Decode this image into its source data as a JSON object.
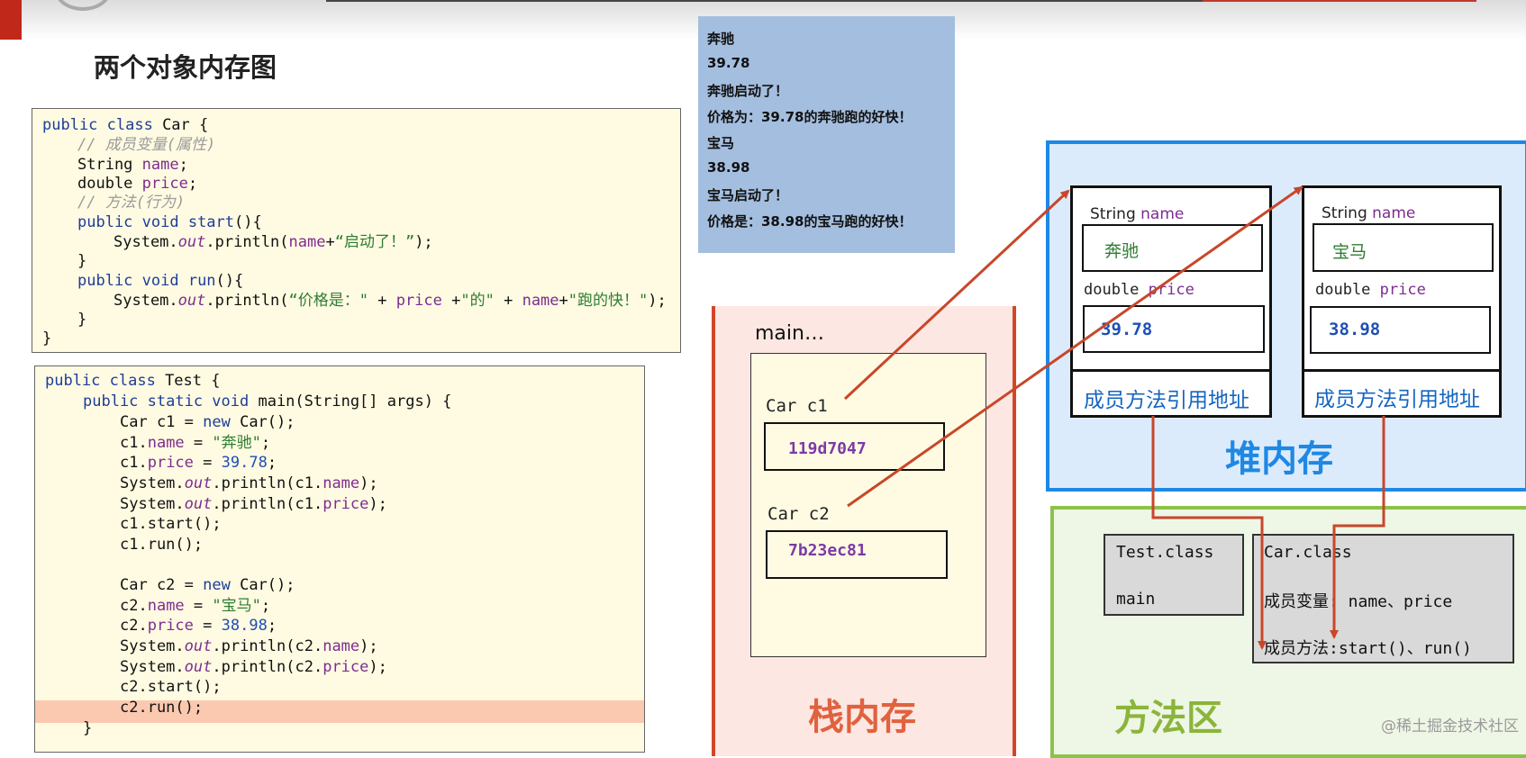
{
  "title": "两个对象内存图",
  "car_code": {
    "l1": [
      "public class ",
      "Car {"
    ],
    "l2": "// 成员变量(属性)",
    "l3": [
      "String ",
      "name",
      ";"
    ],
    "l4": [
      "double ",
      "price",
      ";"
    ],
    "l5": "// 方法(行为)",
    "l6": [
      "public void ",
      "start",
      "(){"
    ],
    "l7": [
      "System.",
      "out",
      ".println(",
      "name",
      "+",
      "“启动了！”",
      ");"
    ],
    "l8": "}",
    "l9": [
      "public void ",
      "run",
      "(){"
    ],
    "l10": [
      "System.",
      "out",
      ".println(",
      "“价格是：\"",
      " + ",
      "price",
      " +",
      "\"的\"",
      " + ",
      "name",
      "+",
      "\"跑的快！\"",
      ");"
    ],
    "l11": "}",
    "l12": "}"
  },
  "test_code": {
    "l1": [
      "public class ",
      "Test {"
    ],
    "l2": [
      "public static void ",
      "main(String[] args) {"
    ],
    "l3": [
      "Car c1 = ",
      "new ",
      "Car();"
    ],
    "l4": [
      "c1.",
      "name",
      " = ",
      "\"奔驰\"",
      ";"
    ],
    "l5": [
      "c1.",
      "price",
      " = ",
      "39.78",
      ";"
    ],
    "l6": [
      "System.",
      "out",
      ".println(c1.",
      "name",
      ");"
    ],
    "l7": [
      "System.",
      "out",
      ".println(c1.",
      "price",
      ");"
    ],
    "l8": "c1.start();",
    "l9": "c1.run();",
    "l10": [
      "Car c2 = ",
      "new ",
      "Car();"
    ],
    "l11": [
      "c2.",
      "name",
      " = ",
      "\"宝马\"",
      ";"
    ],
    "l12": [
      "c2.",
      "price",
      " = ",
      "38.98",
      ";"
    ],
    "l13": [
      "System.",
      "out",
      ".println(c2.",
      "name",
      ");"
    ],
    "l14": [
      "System.",
      "out",
      ".println(c2.",
      "price",
      ");"
    ],
    "l15": "c2.start();",
    "l16": "c2.run();",
    "l17": "}"
  },
  "output": [
    "奔驰",
    "39.78",
    "奔驰启动了！",
    "价格为：39.78的奔驰跑的好快！",
    "宝马",
    "38.98",
    "宝马启动了！",
    "价格是：38.98的宝马跑的好快！"
  ],
  "stack": {
    "frame_label": "main…",
    "c1_label": "Car  c1",
    "c1_addr": "119d7047",
    "c2_label": "Car  c2",
    "c2_addr": "7b23ec81",
    "title": "栈内存",
    "color": "#d24726"
  },
  "heap": {
    "title": "堆内存",
    "color": "#1e88e5",
    "objects": [
      {
        "name_type": "String ",
        "name_field": "name",
        "name_value": "奔驰",
        "price_type": "double ",
        "price_field": "price",
        "price_value": "39.78",
        "method_ref": "成员方法引用地址"
      },
      {
        "name_type": "String ",
        "name_field": "name",
        "name_value": "宝马",
        "price_type": "double ",
        "price_field": "price",
        "price_value": "38.98",
        "method_ref": "成员方法引用地址"
      }
    ]
  },
  "method_area": {
    "title": "方法区",
    "color": "#8bc34a",
    "test_class": {
      "name": "Test.class",
      "member": "main"
    },
    "car_class": {
      "name": "Car.class",
      "fields": "成员变量: name、price",
      "methods": "成员方法:start()、run()"
    }
  },
  "watermark": "@稀土掘金技术社区"
}
